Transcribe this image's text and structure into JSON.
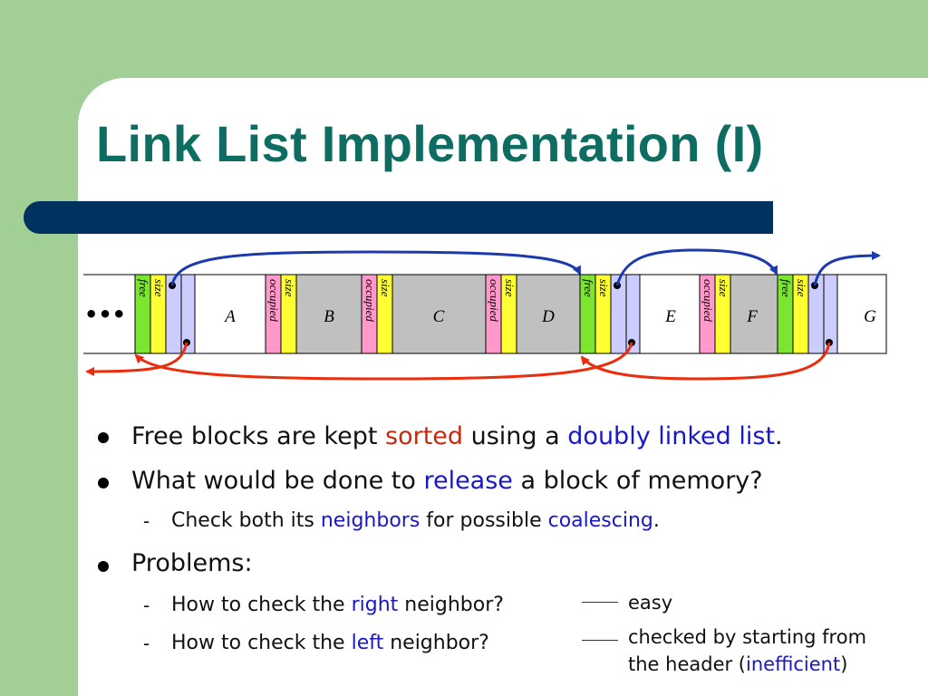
{
  "title": "Link List Implementation (I)",
  "diagram": {
    "ellipsis": "•••",
    "block_labels": [
      "A",
      "B",
      "C",
      "D",
      "E",
      "F",
      "G"
    ],
    "free_label": "free",
    "size_label": "size",
    "occupied_label": "occupied",
    "colors": {
      "free_tag": "#7ce52f",
      "size_tag": "#ffff33",
      "occupied_tag": "#ff99cc",
      "pointer_cell": "#ccccff",
      "occupied_block": "#c0c0c0",
      "next_arrow": "#1c3aad",
      "prev_arrow": "#ea2d0c"
    }
  },
  "bullets": [
    {
      "level": 1,
      "parts": [
        "Free blocks are kept ",
        "sorted",
        " using a ",
        "doubly linked list",
        "."
      ]
    },
    {
      "level": 1,
      "parts": [
        "What would be done to ",
        "release",
        " a block of memory?"
      ]
    },
    {
      "level": 2,
      "parts": [
        "Check both its ",
        "neighbors",
        " for possible ",
        "coalescing",
        "."
      ]
    },
    {
      "level": 1,
      "parts": [
        "Problems:"
      ]
    },
    {
      "level": 2,
      "parts": [
        "How to check the ",
        "right",
        " neighbor?"
      ]
    },
    {
      "level": 2,
      "parts": [
        "How to check the ",
        "left",
        " neighbor?"
      ]
    }
  ],
  "notes": {
    "easy": "easy",
    "left_line1": "checked by starting from",
    "left_line2_pre": "the header (",
    "left_line2_em": "inefficient",
    "left_line2_post": ")"
  }
}
